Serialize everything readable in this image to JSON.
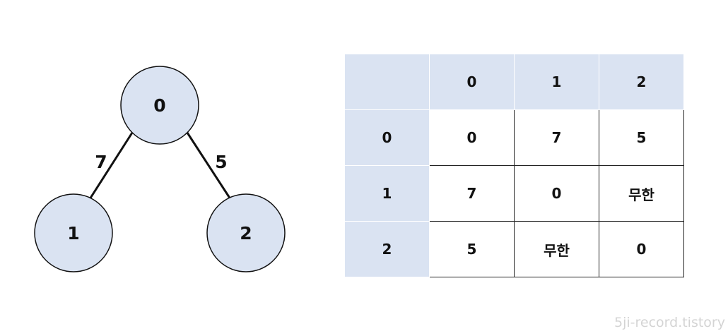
{
  "graph": {
    "nodes": [
      {
        "id": "0",
        "label": "0"
      },
      {
        "id": "1",
        "label": "1"
      },
      {
        "id": "2",
        "label": "2"
      }
    ],
    "edges": [
      {
        "from": "0",
        "to": "1",
        "weight": "7"
      },
      {
        "from": "0",
        "to": "2",
        "weight": "5"
      }
    ]
  },
  "matrix": {
    "corner": "",
    "col_headers": [
      "0",
      "1",
      "2"
    ],
    "rows": [
      {
        "header": "0",
        "cells": [
          "0",
          "7",
          "5"
        ]
      },
      {
        "header": "1",
        "cells": [
          "7",
          "0",
          "무한"
        ]
      },
      {
        "header": "2",
        "cells": [
          "5",
          "무한",
          "0"
        ]
      }
    ]
  },
  "watermark": "5ji-record.tistory",
  "colors": {
    "node_fill": "#dae3f2",
    "header_fill": "#dae3f2",
    "stroke": "#111111"
  }
}
